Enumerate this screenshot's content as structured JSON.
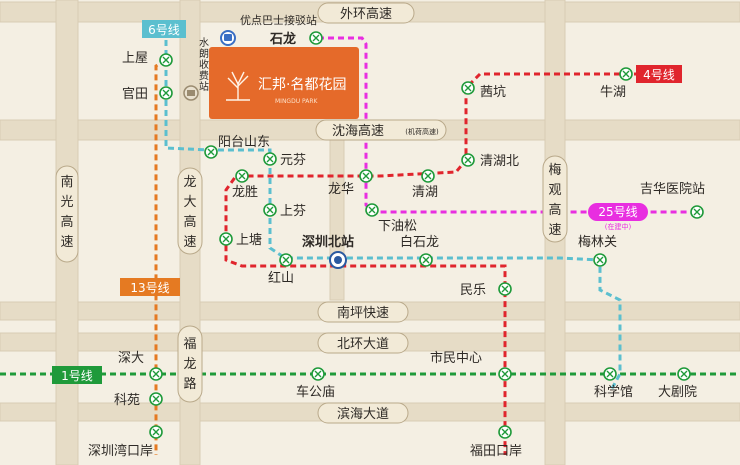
{
  "colors": {
    "background": "#f4efe3",
    "road": "#e6dcc6",
    "road_edge": "#d8ccb4",
    "badge_fill": "#f2ead7",
    "badge_stroke": "#b9a98a",
    "line1": "#1f9a3a",
    "line4": "#e0252d",
    "line6": "#5bbfcf",
    "line13": "#e57a22",
    "line25": "#e82ee0",
    "station_fill": "#ffffff",
    "station_icon": "#1f9a3a",
    "brand_fill": "#e56a2a"
  },
  "roads": {
    "outer_ring": "外环高速",
    "shenhai": "沈海高速",
    "shenhai_sub": "(机荷高速)",
    "nanguang": "南光高速",
    "longda": "龙大高速",
    "meiguan": "梅观高速",
    "nanping": "南坪快速",
    "beihuan": "北环大道",
    "fulong": "福龙路",
    "binhai": "滨海大道"
  },
  "lines": {
    "l1": "1号线",
    "l4": "4号线",
    "l6": "6号线",
    "l13": "13号线",
    "l25": "25号线",
    "l25_note": "(在建中)"
  },
  "brand": {
    "name": "汇邦·名都花园",
    "sub": "MINGDU PARK"
  },
  "landmarks": {
    "bus": "优点巴士接驳站",
    "toll": "水朗收费站"
  },
  "stations": {
    "shilong": "石龙",
    "shangwu": "上屋",
    "guantian": "官田",
    "qiankeng": "茜坑",
    "niuhu": "牛湖",
    "yangtaishandong": "阳台山东",
    "yuanfen": "元芬",
    "qinghubei": "清湖北",
    "longsheng": "龙胜",
    "longhua": "龙华",
    "qinghu": "清湖",
    "shangfen": "上芬",
    "xiayousong": "下油松",
    "jihuayiyuan": "吉华医院站",
    "shangtang": "上塘",
    "shenzhenbei": "深圳北站",
    "baishilong": "白石龙",
    "meilinguan": "梅林关",
    "hongshan": "红山",
    "minle": "民乐",
    "shenda": "深大",
    "shiminzhongxin": "市民中心",
    "keyuan": "科苑",
    "chegongmiao": "车公庙",
    "kexueguan": "科学馆",
    "dajuyuan": "大剧院",
    "shenzhenwan": "深圳湾口岸",
    "futian": "福田口岸"
  }
}
